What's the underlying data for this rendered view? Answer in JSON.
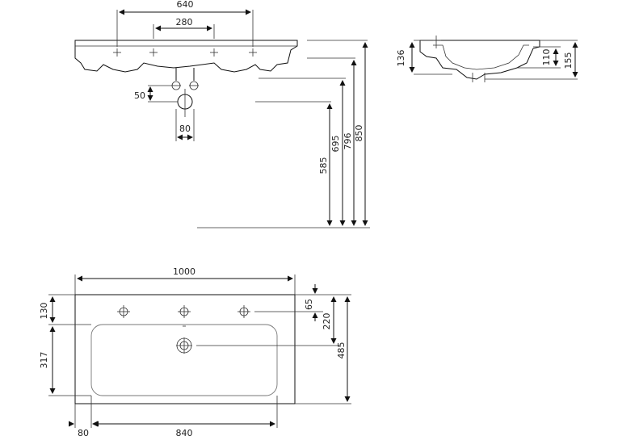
{
  "drawing": {
    "front_view": {
      "d640": "640",
      "d280": "280",
      "d50": "50",
      "d80": "80",
      "d585": "585",
      "d695": "695",
      "d796": "796",
      "d850": "850"
    },
    "side_view": {
      "d136": "136",
      "d110": "110",
      "d155": "155"
    },
    "top_view": {
      "d1000": "1000",
      "d130": "130",
      "d317": "317",
      "d65": "65",
      "d220": "220",
      "d485": "485",
      "d80": "80",
      "d840": "840"
    }
  }
}
